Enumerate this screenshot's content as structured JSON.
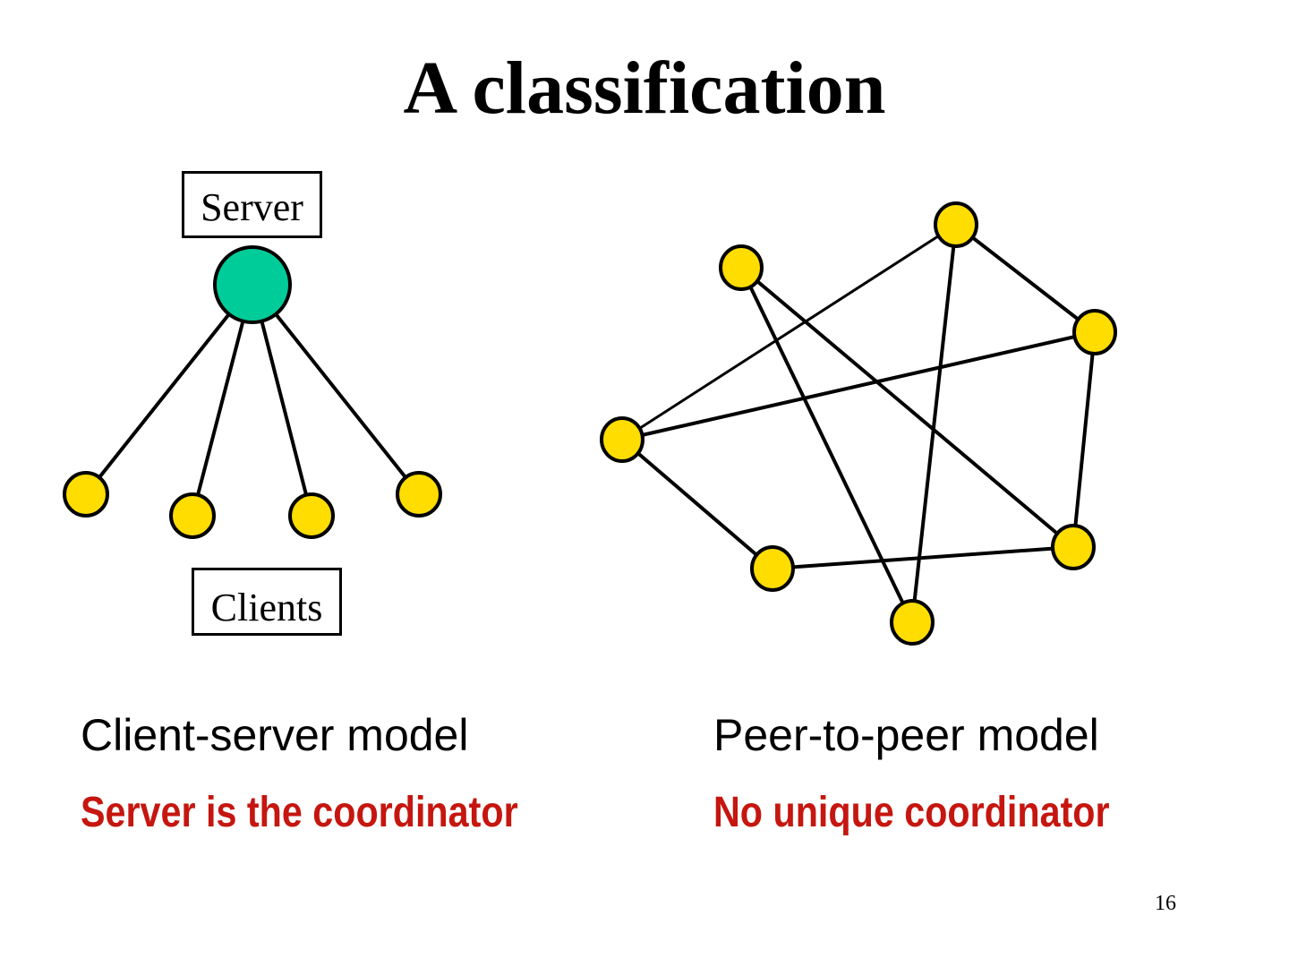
{
  "slide": {
    "title": "A classification",
    "page_number": "16"
  },
  "client_server": {
    "server_label": "Server",
    "clients_label": "Clients",
    "caption": "Client-server model",
    "subcaption": "Server is the coordinator",
    "server_color": "#00cc99",
    "client_color": "#ffdd00",
    "client_count": 4
  },
  "peer_to_peer": {
    "caption": "Peer-to-peer model",
    "subcaption": "No unique coordinator",
    "node_color": "#ffdd00",
    "node_count": 7,
    "edges": [
      [
        "left",
        "top-right"
      ],
      [
        "left",
        "right-upper"
      ],
      [
        "left",
        "bottom-left"
      ],
      [
        "top-left",
        "bottom-center"
      ],
      [
        "top-left",
        "right-lower"
      ],
      [
        "top-right",
        "right-upper"
      ],
      [
        "top-right",
        "bottom-center"
      ],
      [
        "right-upper",
        "right-lower"
      ],
      [
        "bottom-left",
        "right-lower"
      ]
    ]
  },
  "colors": {
    "accent_red": "#c5160f",
    "stroke": "#000000"
  }
}
